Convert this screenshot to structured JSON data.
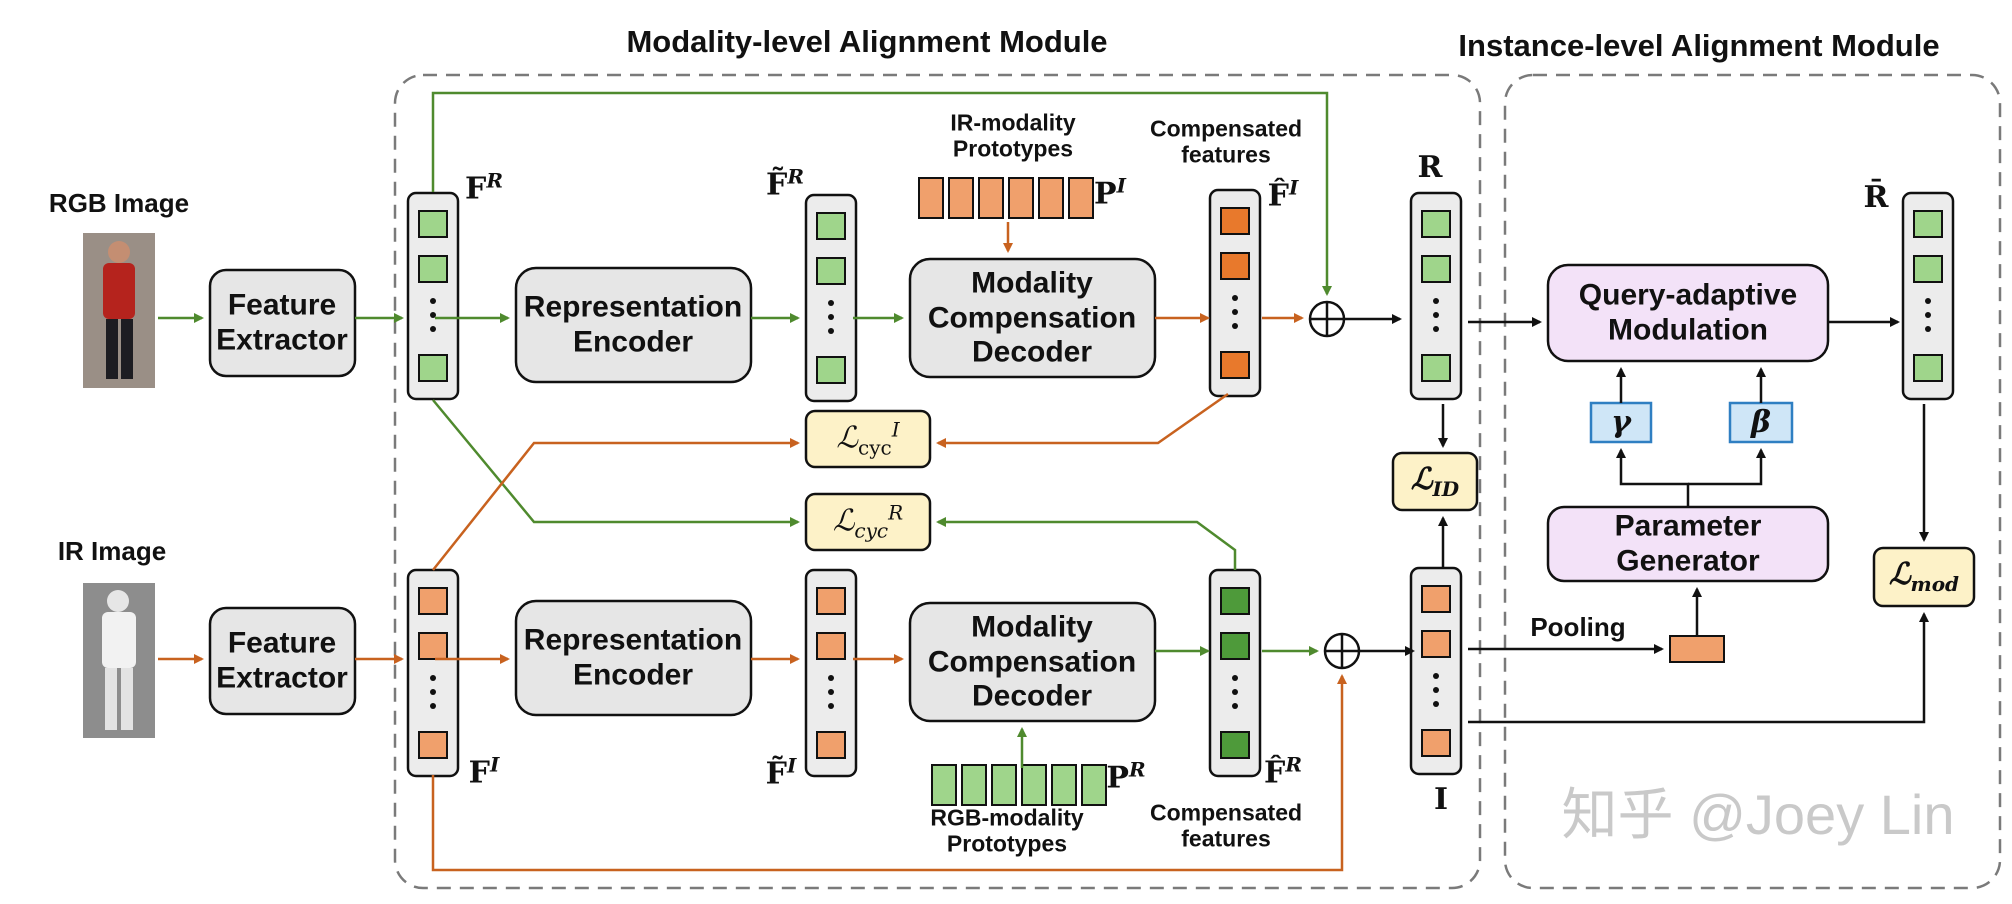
{
  "titles": {
    "modality_module": "Modality-level Alignment Module",
    "instance_module": "Instance-level Alignment Module"
  },
  "inputs": {
    "rgb_image": "RGB Image",
    "ir_image": "IR Image"
  },
  "blocks": {
    "feature_extractor_line1": "Feature",
    "feature_extractor_line2": "Extractor",
    "representation_encoder_line1": "Representation",
    "representation_encoder_line2": "Encoder",
    "mcd_line1": "Modality",
    "mcd_line2": "Compensation",
    "mcd_line3": "Decoder",
    "qam_line1": "Query-adaptive",
    "qam_line2": "Modulation",
    "pg_line1": "Parameter",
    "pg_line2": "Generator",
    "gamma": "γ",
    "beta": "β"
  },
  "prototypes": {
    "ir_line1": "IR-modality",
    "ir_line2": "Prototypes",
    "rgb_line1": "RGB-modality",
    "rgb_line2": "Prototypes"
  },
  "compensated": {
    "line1": "Compensated",
    "line2": "features"
  },
  "symbols": {
    "F": "F",
    "R": "R",
    "I": "I",
    "P": "P",
    "F_tilde": "F̃",
    "F_hat": "F̂",
    "R_bar": "R̄"
  },
  "losses": {
    "L": "ℒ",
    "cyc": "cyc",
    "ID": "ID",
    "mod": "mod"
  },
  "pooling": "Pooling",
  "watermark": "知乎 @Joey Lin",
  "colors": {
    "green_arrow": "#4f8a2e",
    "orange_arrow": "#c8621f",
    "light_green": "#9fd58b",
    "dark_green": "#4e9a3a",
    "orange_cell": "#f0a06c",
    "dark_orange": "#e8792c",
    "gray_box": "#e6e6e6",
    "purple_box": "#f3e2f8",
    "blue_box": "#cfe6f7",
    "loss_box": "#fdf2c8"
  }
}
